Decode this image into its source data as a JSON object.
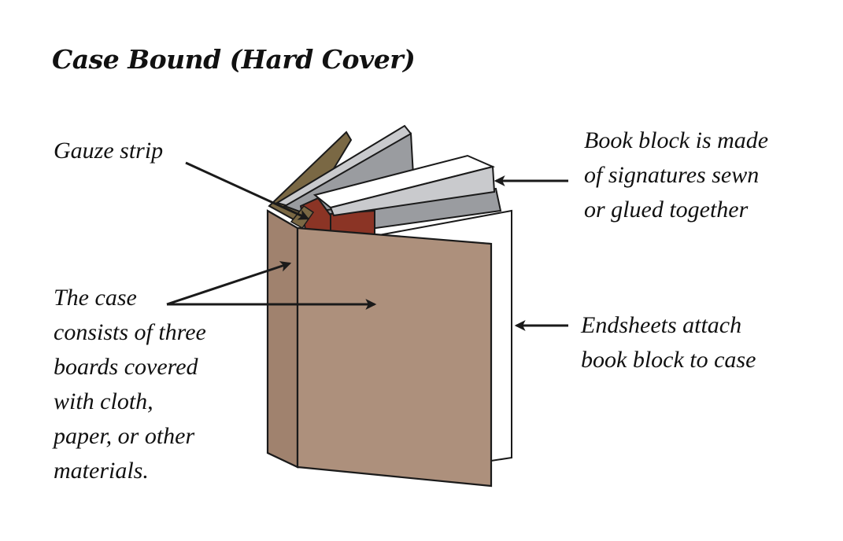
{
  "title": "Case Bound (Hard Cover)",
  "labels": {
    "gauze": [
      "Gauze strip"
    ],
    "book_block": [
      "Book block is made",
      "of signatures sewn",
      "or glued together"
    ],
    "case": [
      "The case",
      "consists of three",
      "boards covered",
      "with cloth,",
      "paper, or other",
      "materials."
    ],
    "endsheets": [
      "Endsheets attach",
      "book block to case"
    ]
  },
  "colors": {
    "case_board": "#ad907c",
    "spine": "#a0826e",
    "gauze": "#7a6844",
    "signature_gray": "#9a9ca0",
    "signature_light": "#c9cacd",
    "headband_red": "#8b3425",
    "endsheet": "#ffffff",
    "outline": "#1a1a1a"
  }
}
